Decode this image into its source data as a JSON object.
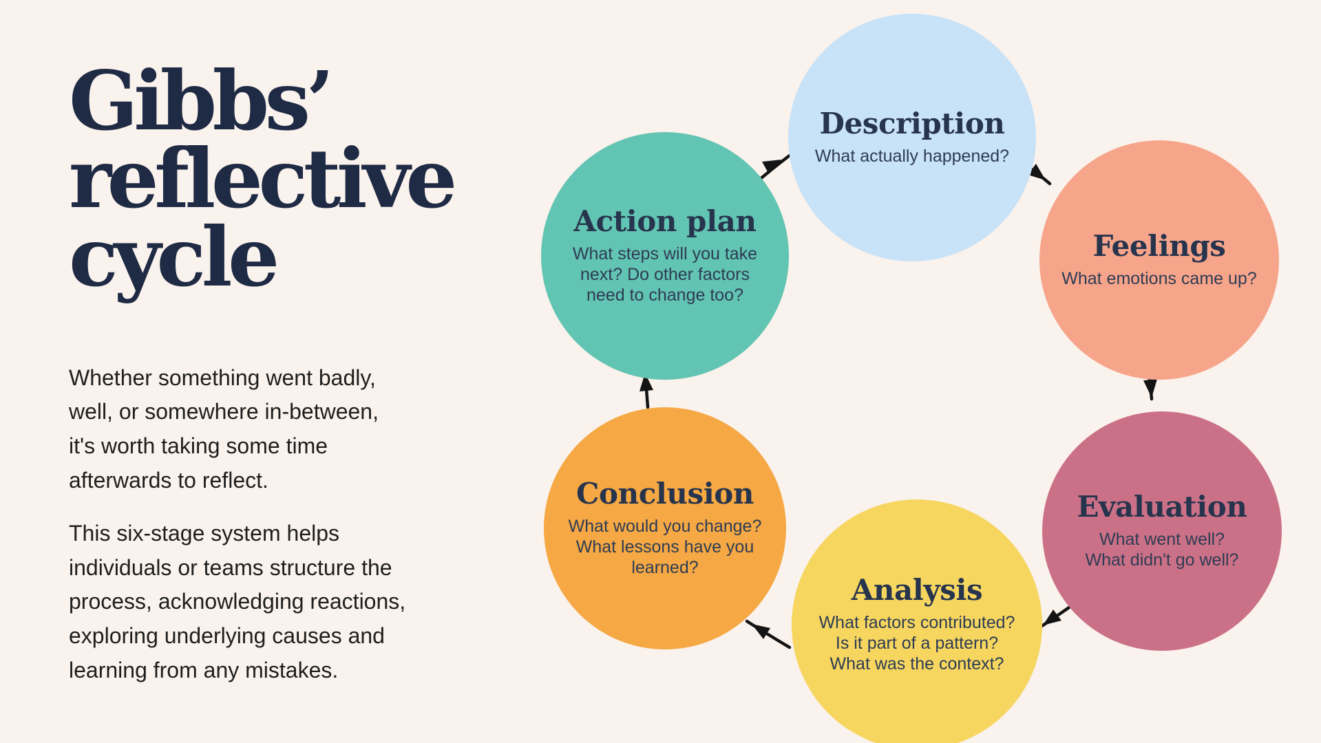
{
  "page": {
    "title": "Gibbs’\nreflective\ncycle",
    "intro_paragraphs": [
      "Whether something went badly,\nwell, or somewhere in-between,\nit's worth taking some time\nafterwards to reflect.",
      "This six-stage system helps\nindividuals or teams structure the\nprocess, acknowledging reactions,\nexploring underlying causes and\nlearning from any mistakes."
    ]
  },
  "colors": {
    "background": "#faf2ec",
    "title_navy": "#1f2a44",
    "stage_heading_navy": "#27344d",
    "stage_prompt_navy": "#2e3c54",
    "body_text": "#1e1e1e",
    "arrow_black": "#141414"
  },
  "diagram": {
    "type": "cycle",
    "direction": "clockwise",
    "stages": [
      {
        "name": "Description",
        "prompt": "What actually happened?",
        "color": "#c8e2f8"
      },
      {
        "name": "Feelings",
        "prompt": "What emotions came up?",
        "color": "#f7a58a"
      },
      {
        "name": "Evaluation",
        "prompt": "What went well?\nWhat didn't go well?",
        "color": "#cb7187"
      },
      {
        "name": "Analysis",
        "prompt": "What factors contributed?\nIs it part of a pattern?\nWhat was the context?",
        "color": "#f6d65f"
      },
      {
        "name": "Conclusion",
        "prompt": "What would you change?\nWhat lessons have you\nlearned?",
        "color": "#f5a843"
      },
      {
        "name": "Action plan",
        "prompt": "What steps will you take\nnext? Do other factors\nneed to change too?",
        "color": "#62c4b2"
      }
    ]
  }
}
